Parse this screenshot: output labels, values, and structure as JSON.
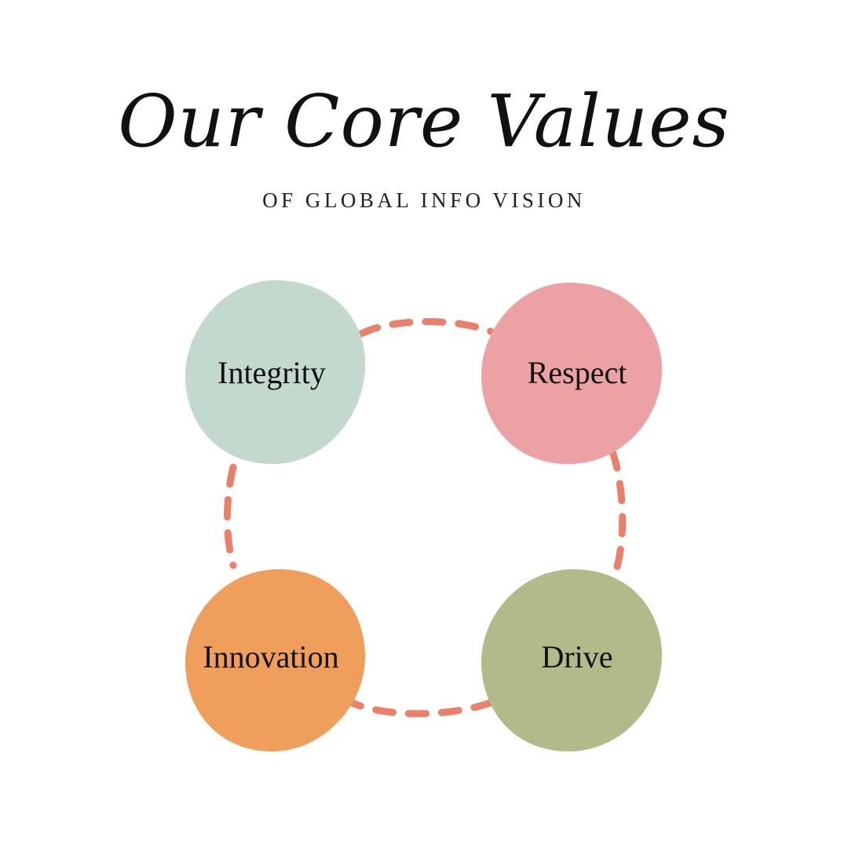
{
  "title": "Our Core Values",
  "subtitle": "OF GLOBAL INFO VISION",
  "colors": {
    "connector": "#E8806A",
    "integrity": "#C4D9CE",
    "respect": "#ECA2A4",
    "innovation": "#EF9E5C",
    "drive": "#B2BA8A"
  },
  "values": [
    {
      "id": "integrity",
      "label": "Integrity"
    },
    {
      "id": "respect",
      "label": "Respect"
    },
    {
      "id": "innovation",
      "label": "Innovation"
    },
    {
      "id": "drive",
      "label": "Drive"
    }
  ]
}
